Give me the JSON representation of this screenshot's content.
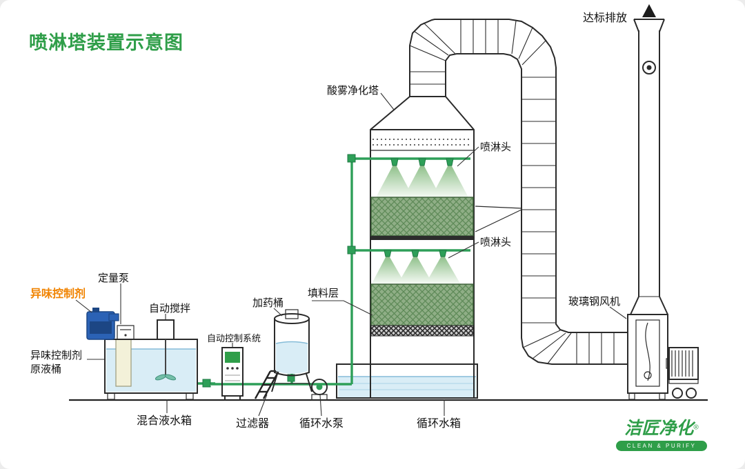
{
  "title": "喷淋塔装置示意图",
  "labels": {
    "emission": "达标排放",
    "tower": "酸雾净化塔",
    "spray_head_top": "喷淋头",
    "spray_head_mid": "喷淋头",
    "packing": "填料层",
    "fan": "玻璃钢风机",
    "metering_pump": "定量泵",
    "odor_agent": "异味控制剂",
    "auto_stir": "自动搅拌",
    "dosing_barrel": "加药桶",
    "control_system": "自动控制系统",
    "agent_barrel": "异味控制剂原液桶",
    "mixing_tank": "混合液水箱",
    "filter": "过滤器",
    "circ_pump": "循环水泵",
    "circ_tank": "循环水箱"
  },
  "logo": {
    "name": "洁匠净化",
    "reg": "®",
    "tagline": "CLEAN & PURIFY"
  },
  "colors": {
    "title_green": "#2f9e49",
    "pipe_green": "#2e9f58",
    "packing_green": "#8fae86",
    "water_blue": "#d9edf6",
    "accent_orange": "#f08300",
    "jug_blue": "#2b62b5"
  }
}
